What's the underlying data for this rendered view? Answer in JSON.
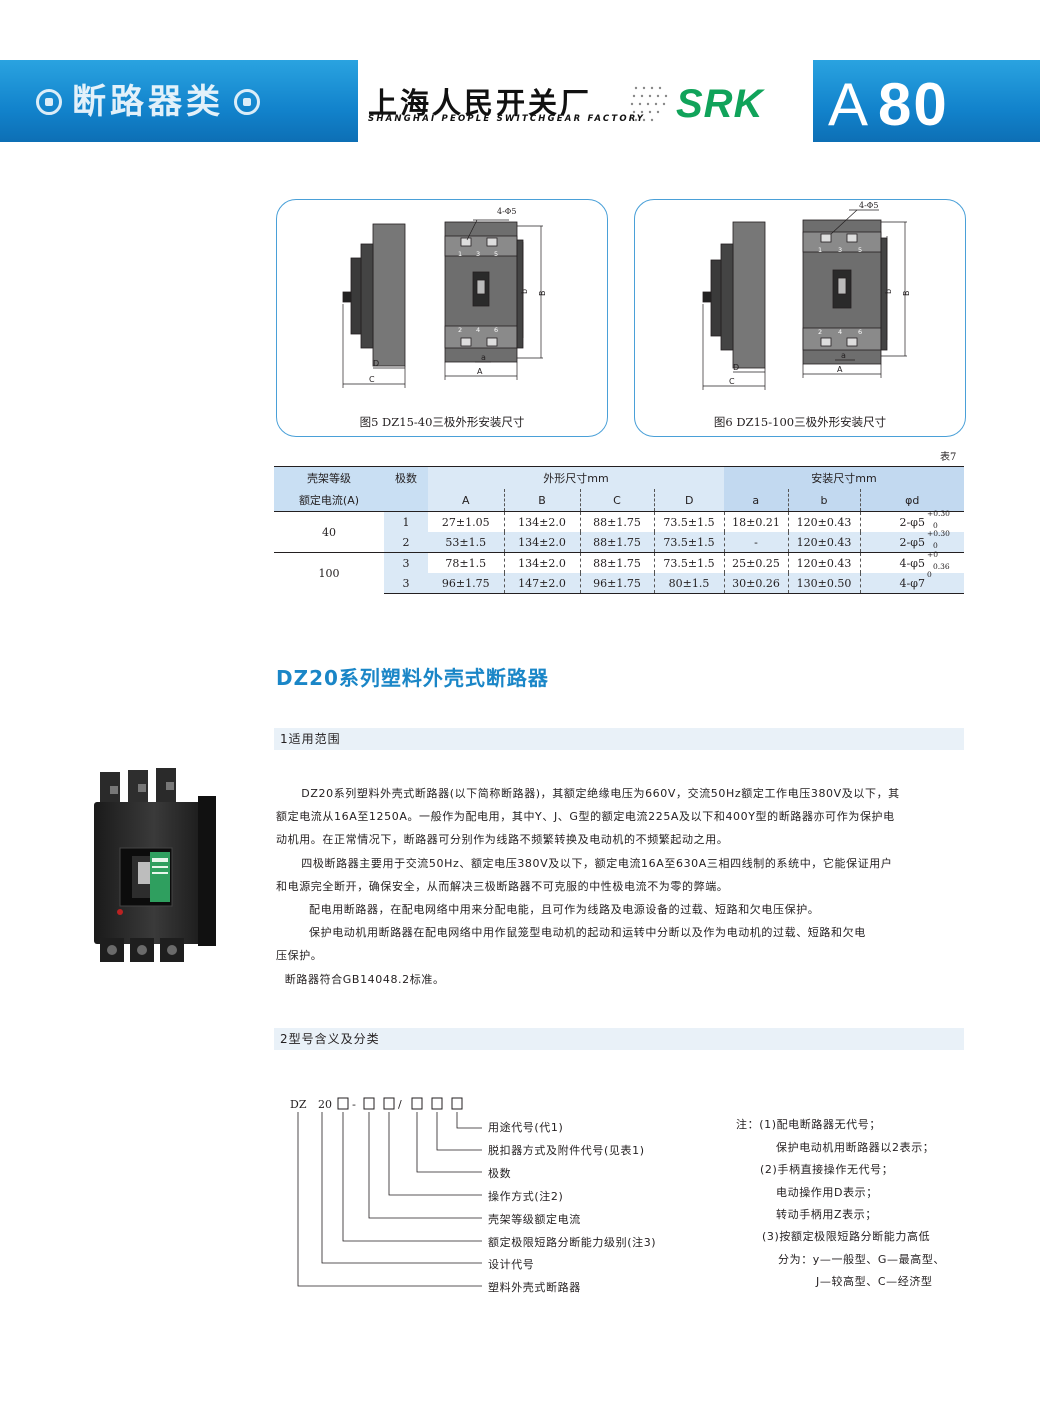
{
  "header": {
    "category": "断路器类",
    "company_cn": "上海人民开关厂",
    "company_en": "SHANGHAI PEOPLE SWITCHGEAR FACTORY",
    "brand": "SRK",
    "page_letter": "A",
    "page_number": "80"
  },
  "figures": [
    {
      "caption": "图5 DZ15-40三极外形安装尺寸",
      "hole_label": "4-Φ5",
      "terminals_top": [
        "1",
        "3",
        "5"
      ],
      "terminals_bottom": [
        "2",
        "4",
        "6"
      ],
      "dims": {
        "a": "a",
        "A": "A",
        "b": "b",
        "B": "B",
        "C": "C",
        "D": "D"
      }
    },
    {
      "caption": "图6 DZ15-100三极外形安装尺寸",
      "hole_label": "4-Φ5",
      "terminals_top": [
        "1",
        "3",
        "5"
      ],
      "terminals_bottom": [
        "2",
        "4",
        "6"
      ],
      "dims": {
        "a": "a",
        "A": "A",
        "b": "b",
        "B": "B",
        "C": "C",
        "D": "D"
      }
    }
  ],
  "table": {
    "label": "表7",
    "h_frame": "壳架等级",
    "h_rated": "额定电流(A)",
    "h_poles": "极数",
    "h_outline": "外形尺寸mm",
    "h_install": "安装尺寸mm",
    "cols": [
      "A",
      "B",
      "C",
      "D",
      "a",
      "b",
      "φd"
    ],
    "rows": [
      {
        "frame": "40",
        "poles": "1",
        "A": "27±1.05",
        "B": "134±2.0",
        "C": "88±1.75",
        "D": "73.5±1.5",
        "a": "18±0.21",
        "b": "120±0.43",
        "d": "2-φ5",
        "tol_up": "+0.30",
        "tol_dn": "0"
      },
      {
        "frame": "",
        "poles": "2",
        "A": "53±1.5",
        "B": "134±2.0",
        "C": "88±1.75",
        "D": "73.5±1.5",
        "a": "-",
        "b": "120±0.43",
        "d": "2-φ5",
        "tol_up": "+0.30",
        "tol_dn": "0"
      },
      {
        "frame": "100",
        "poles": "3",
        "A": "78±1.5",
        "B": "134±2.0",
        "C": "88±1.75",
        "D": "73.5±1.5",
        "a": "25±0.25",
        "b": "120±0.43",
        "d": "4-φ5",
        "tol_up": "+0",
        "tol_dn": "0.36"
      },
      {
        "frame": "",
        "poles": "3",
        "A": "96±1.75",
        "B": "147±2.0",
        "C": "96±1.75",
        "D": "80±1.5",
        "a": "30±0.26",
        "b": "130±0.50",
        "d": "4-φ7",
        "tol_up": "0",
        "tol_dn": ""
      }
    ]
  },
  "section": {
    "title": "DZ20系列塑料外壳式断路器",
    "s1_title": "1适用范围",
    "s2_title": "2型号含义及分类",
    "paragraphs": {
      "p1a": "DZ20系列塑料外壳式断路器(以下简称断路器)，其额定绝缘电压为660V，交流50Hz额定工作电压380V及以下，其",
      "p1b": "额定电流从16A至1250A。一般作为配电用，其中Y、J、G型的额定电流225A及以下和400Y型的断路器亦可作为保护电",
      "p1c": "动机用。在正常情况下，断路器可分别作为线路不频繁转换及电动机的不频繁起动之用。",
      "p2a": "四极断路器主要用于交流50Hz、额定电压380V及以下，额定电流16A至630A三相四线制的系统中，它能保证用户",
      "p2b": "和电源完全断开，确保安全，从而解决三极断路器不可克服的中性极电流不为零的弊端。",
      "p3": "配电用断路器，在配电网络中用来分配电能，且可作为线路及电源设备的过载、短路和欠电压保护。",
      "p4a": "保护电动机用断路器在配电网络中用作鼠笼型电动机的起动和运转中分断以及作为电动机的过载、短路和欠电",
      "p4b": "压保护。",
      "p5": "断路器符合GB14048.2标准。"
    }
  },
  "model_code": {
    "prefix": "DZ",
    "series": "20",
    "sep1": "-",
    "sep2": "/",
    "items": [
      "用途代号(代1)",
      "脱扣器方式及附件代号(见表1)",
      "极数",
      "操作方式(注2)",
      "壳架等级额定电流",
      "额定极限短路分断能力级别(注3)",
      "设计代号",
      "塑料外壳式断路器"
    ],
    "notes": [
      "注：(1)配电断路器无代号；",
      "保护电动机用断路器以2表示；",
      "(2)手柄直接操作无代号；",
      "电动操作用D表示；",
      "转动手柄用Z表示；",
      "(3)按额定极限短路分断能力高低",
      "分为：y—一般型、G—最高型、",
      "J—较高型、C—经济型"
    ]
  },
  "colors": {
    "accent": "#1283cc",
    "brand_green": "#10a35a",
    "table_blue": "#c9dff3"
  }
}
